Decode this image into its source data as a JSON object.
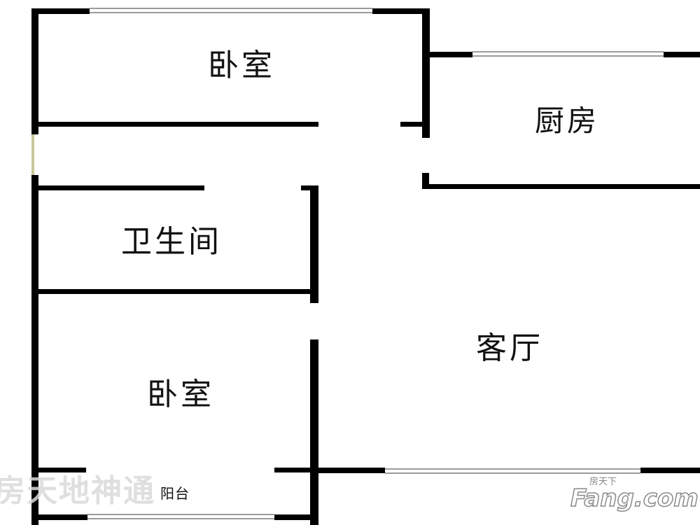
{
  "colors": {
    "wall": "#000000",
    "window": "#7a7a7a",
    "background": "#ffffff",
    "door_gap": "#c8c89a",
    "watermark": "#d9d9d9",
    "logo_text": "#8a8a8a"
  },
  "rooms": {
    "bedroom_top": "卧室",
    "kitchen": "厨房",
    "bathroom": "卫生间",
    "living_room": "客厅",
    "bedroom_bottom": "卧室",
    "balcony": "阳台"
  },
  "watermarks": {
    "left_text": "房天地神通",
    "logo_small": "房天下",
    "logo_main": "Fang.com"
  }
}
